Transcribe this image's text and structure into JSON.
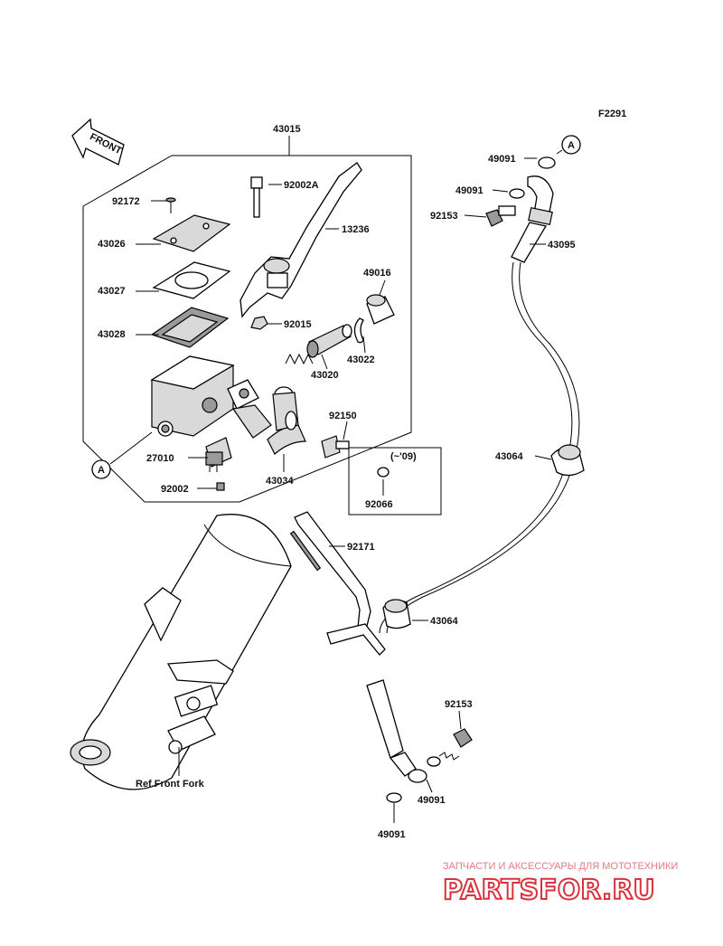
{
  "figure_code": "F2291",
  "front_label": "FRONT",
  "circle_ref": "A",
  "date_box": "(~'09)",
  "ref_label": "Ref.Front Fork",
  "watermark": {
    "line1": "ЗАПЧАСТИ И АКСЕССУАРЫ ДЛЯ МОТОТЕХНИКИ",
    "line2": "PARTSFOR.RU"
  },
  "labels": {
    "p43015": "43015",
    "p92172": "92172",
    "p92002A": "92002A",
    "p13236": "13236",
    "p43026": "43026",
    "p43027": "43027",
    "p49016": "49016",
    "p43028": "43028",
    "p92015": "92015",
    "p43020": "43020",
    "p43022": "43022",
    "p92150": "92150",
    "p27010": "27010",
    "p43034": "43034",
    "p92002": "92002",
    "p92066": "92066",
    "p49091a": "49091",
    "p49091b": "49091",
    "p92153a": "92153",
    "p43095": "43095",
    "p43064a": "43064",
    "p92171": "92171",
    "p43064b": "43064",
    "p92153b": "92153",
    "p49091c": "49091",
    "p49091d": "49091"
  }
}
